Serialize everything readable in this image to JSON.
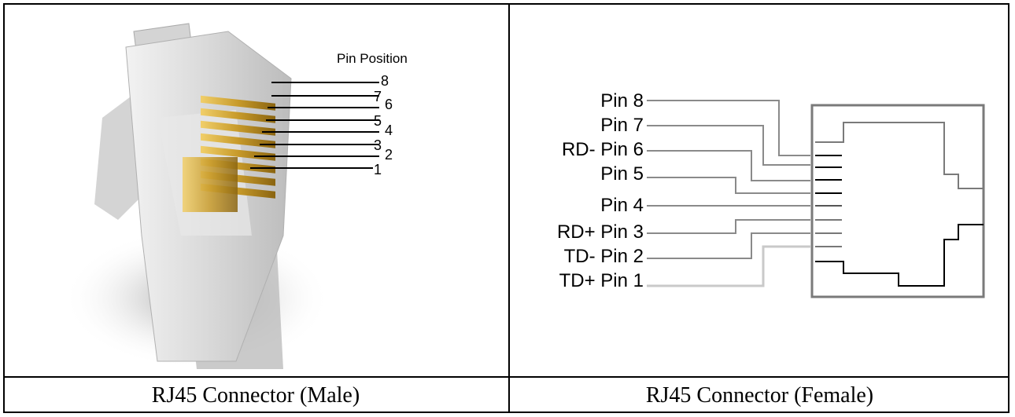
{
  "male": {
    "pin_position_label": "Pin Position",
    "pin_numbers": [
      "8",
      "7",
      "6",
      "5",
      "4",
      "3",
      "2",
      "1"
    ],
    "caption": "RJ45 Connector (Male)"
  },
  "female": {
    "pin_labels": [
      "Pin 8",
      "Pin 7",
      "RD-  Pin 6",
      "Pin 5",
      "Pin 4",
      "RD+ Pin 3",
      "TD-  Pin 2",
      "TD+ Pin 1"
    ],
    "caption": "RJ45 Connector (Female)"
  },
  "colors": {
    "gold": "#c79a2a",
    "wire_gray": "#8a8a8a",
    "border": "#000000"
  }
}
